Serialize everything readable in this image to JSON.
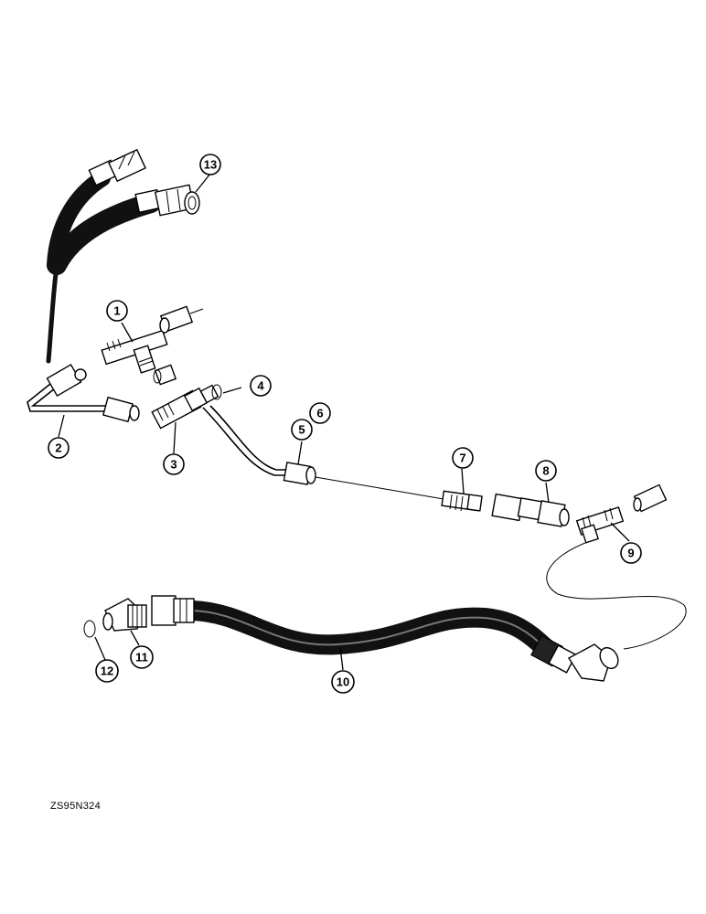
{
  "figure_code": "ZS95N324",
  "callouts": [
    {
      "id": "1",
      "label": "1"
    },
    {
      "id": "2",
      "label": "2"
    },
    {
      "id": "3",
      "label": "3"
    },
    {
      "id": "4",
      "label": "4"
    },
    {
      "id": "5",
      "label": "5"
    },
    {
      "id": "6",
      "label": "6"
    },
    {
      "id": "7",
      "label": "7"
    },
    {
      "id": "8",
      "label": "8"
    },
    {
      "id": "9",
      "label": "9"
    },
    {
      "id": "10",
      "label": "10"
    },
    {
      "id": "11",
      "label": "11"
    },
    {
      "id": "12",
      "label": "12"
    },
    {
      "id": "13",
      "label": "13"
    }
  ]
}
